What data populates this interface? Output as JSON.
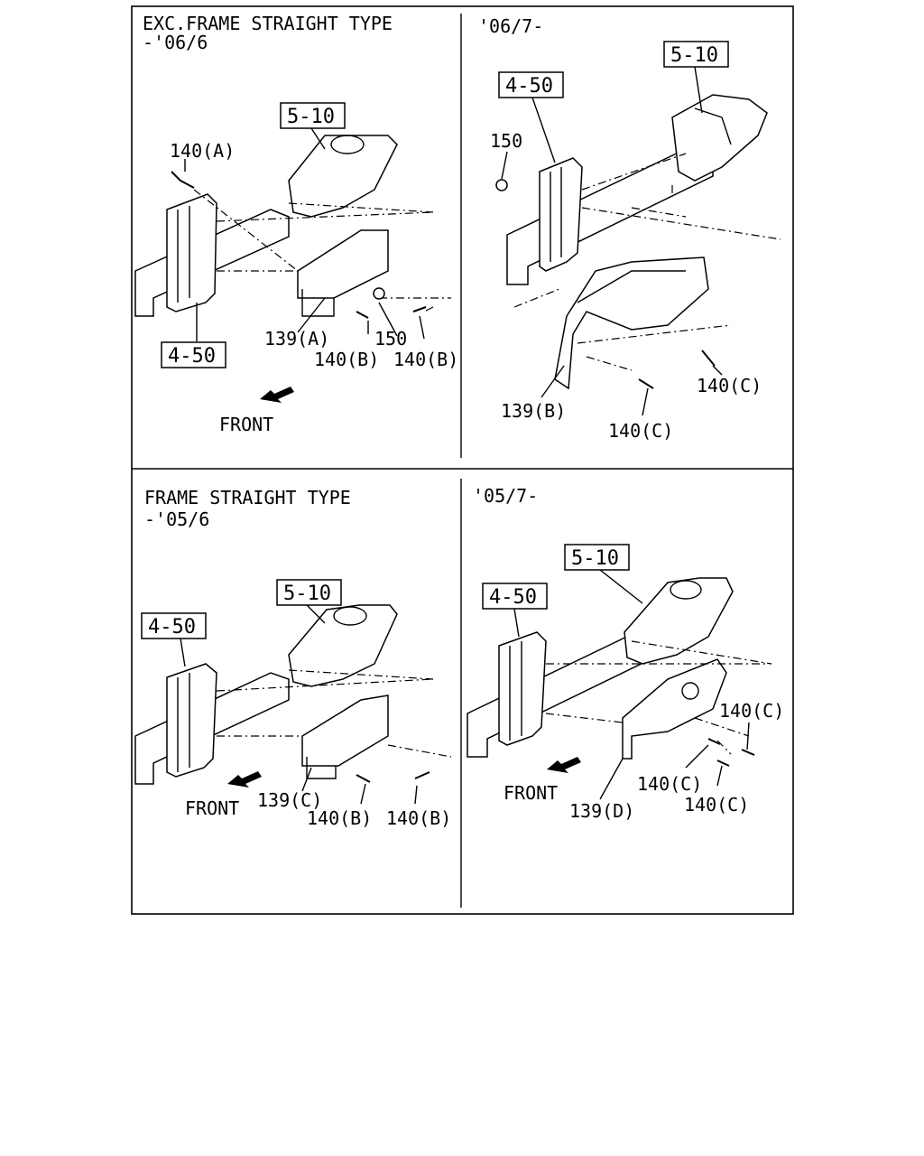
{
  "panels": {
    "top_left": {
      "title_line1": "EXC.FRAME STRAIGHT TYPE",
      "title_line2": "-'06/6",
      "ref_a": "5-10",
      "ref_b": "4-50",
      "labels": {
        "l1": "140(A)",
        "l2": "139(A)",
        "l3": "150",
        "l4": "140(B)",
        "l5": "140(B)"
      },
      "front": "FRONT"
    },
    "top_right": {
      "title_line1": "'06/7-",
      "ref_a": "5-10",
      "ref_b": "4-50",
      "labels": {
        "l1": "150",
        "l2": "139(B)",
        "l3": "140(C)",
        "l4": "140(C)"
      }
    },
    "bottom_left": {
      "title_line1": "FRAME STRAIGHT TYPE",
      "title_line2": "-'05/6",
      "ref_a": "5-10",
      "ref_b": "4-50",
      "labels": {
        "l1": "139(C)",
        "l2": "140(B)",
        "l3": "140(B)"
      },
      "front": "FRONT"
    },
    "bottom_right": {
      "title_line1": "'05/7-",
      "ref_a": "5-10",
      "ref_b": "4-50",
      "labels": {
        "l1": "140(C)",
        "l2": "140(C)",
        "l3": "140(C)",
        "l4": "139(D)"
      },
      "front": "FRONT"
    }
  }
}
